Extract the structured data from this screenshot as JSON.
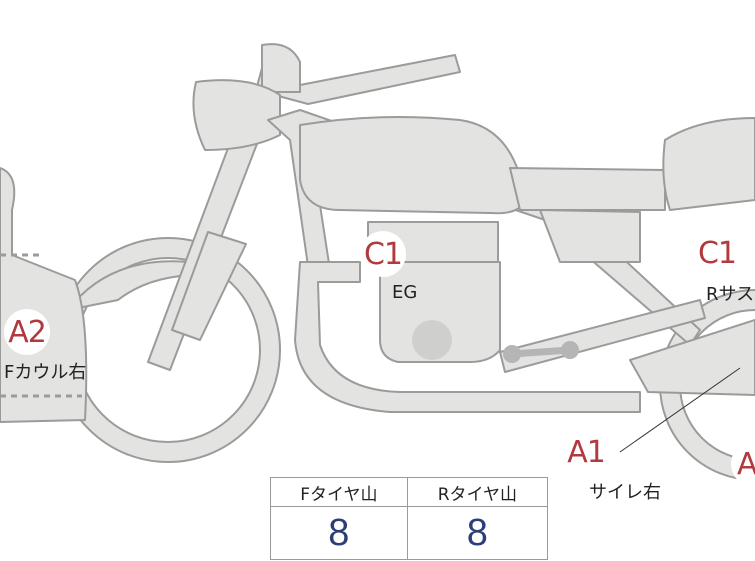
{
  "markers": {
    "a2": {
      "code": "A2",
      "caption": "Fカウル右"
    },
    "c1_engine": {
      "code": "C1",
      "caption": "EG"
    },
    "c1_rear": {
      "code": "C1",
      "caption": "Rサス"
    },
    "a1": {
      "code": "A1",
      "caption": "サイレ右"
    },
    "a_partial": {
      "code": "A"
    }
  },
  "tire_table": {
    "front_label": "Fタイヤ山",
    "rear_label": "Rタイヤ山",
    "front_value": "8",
    "rear_value": "8"
  },
  "colors": {
    "body_fill": "#e3e3e1",
    "outline": "#9b9b9b",
    "marker_text": "#b2393d",
    "value_text": "#2c3e7a"
  }
}
